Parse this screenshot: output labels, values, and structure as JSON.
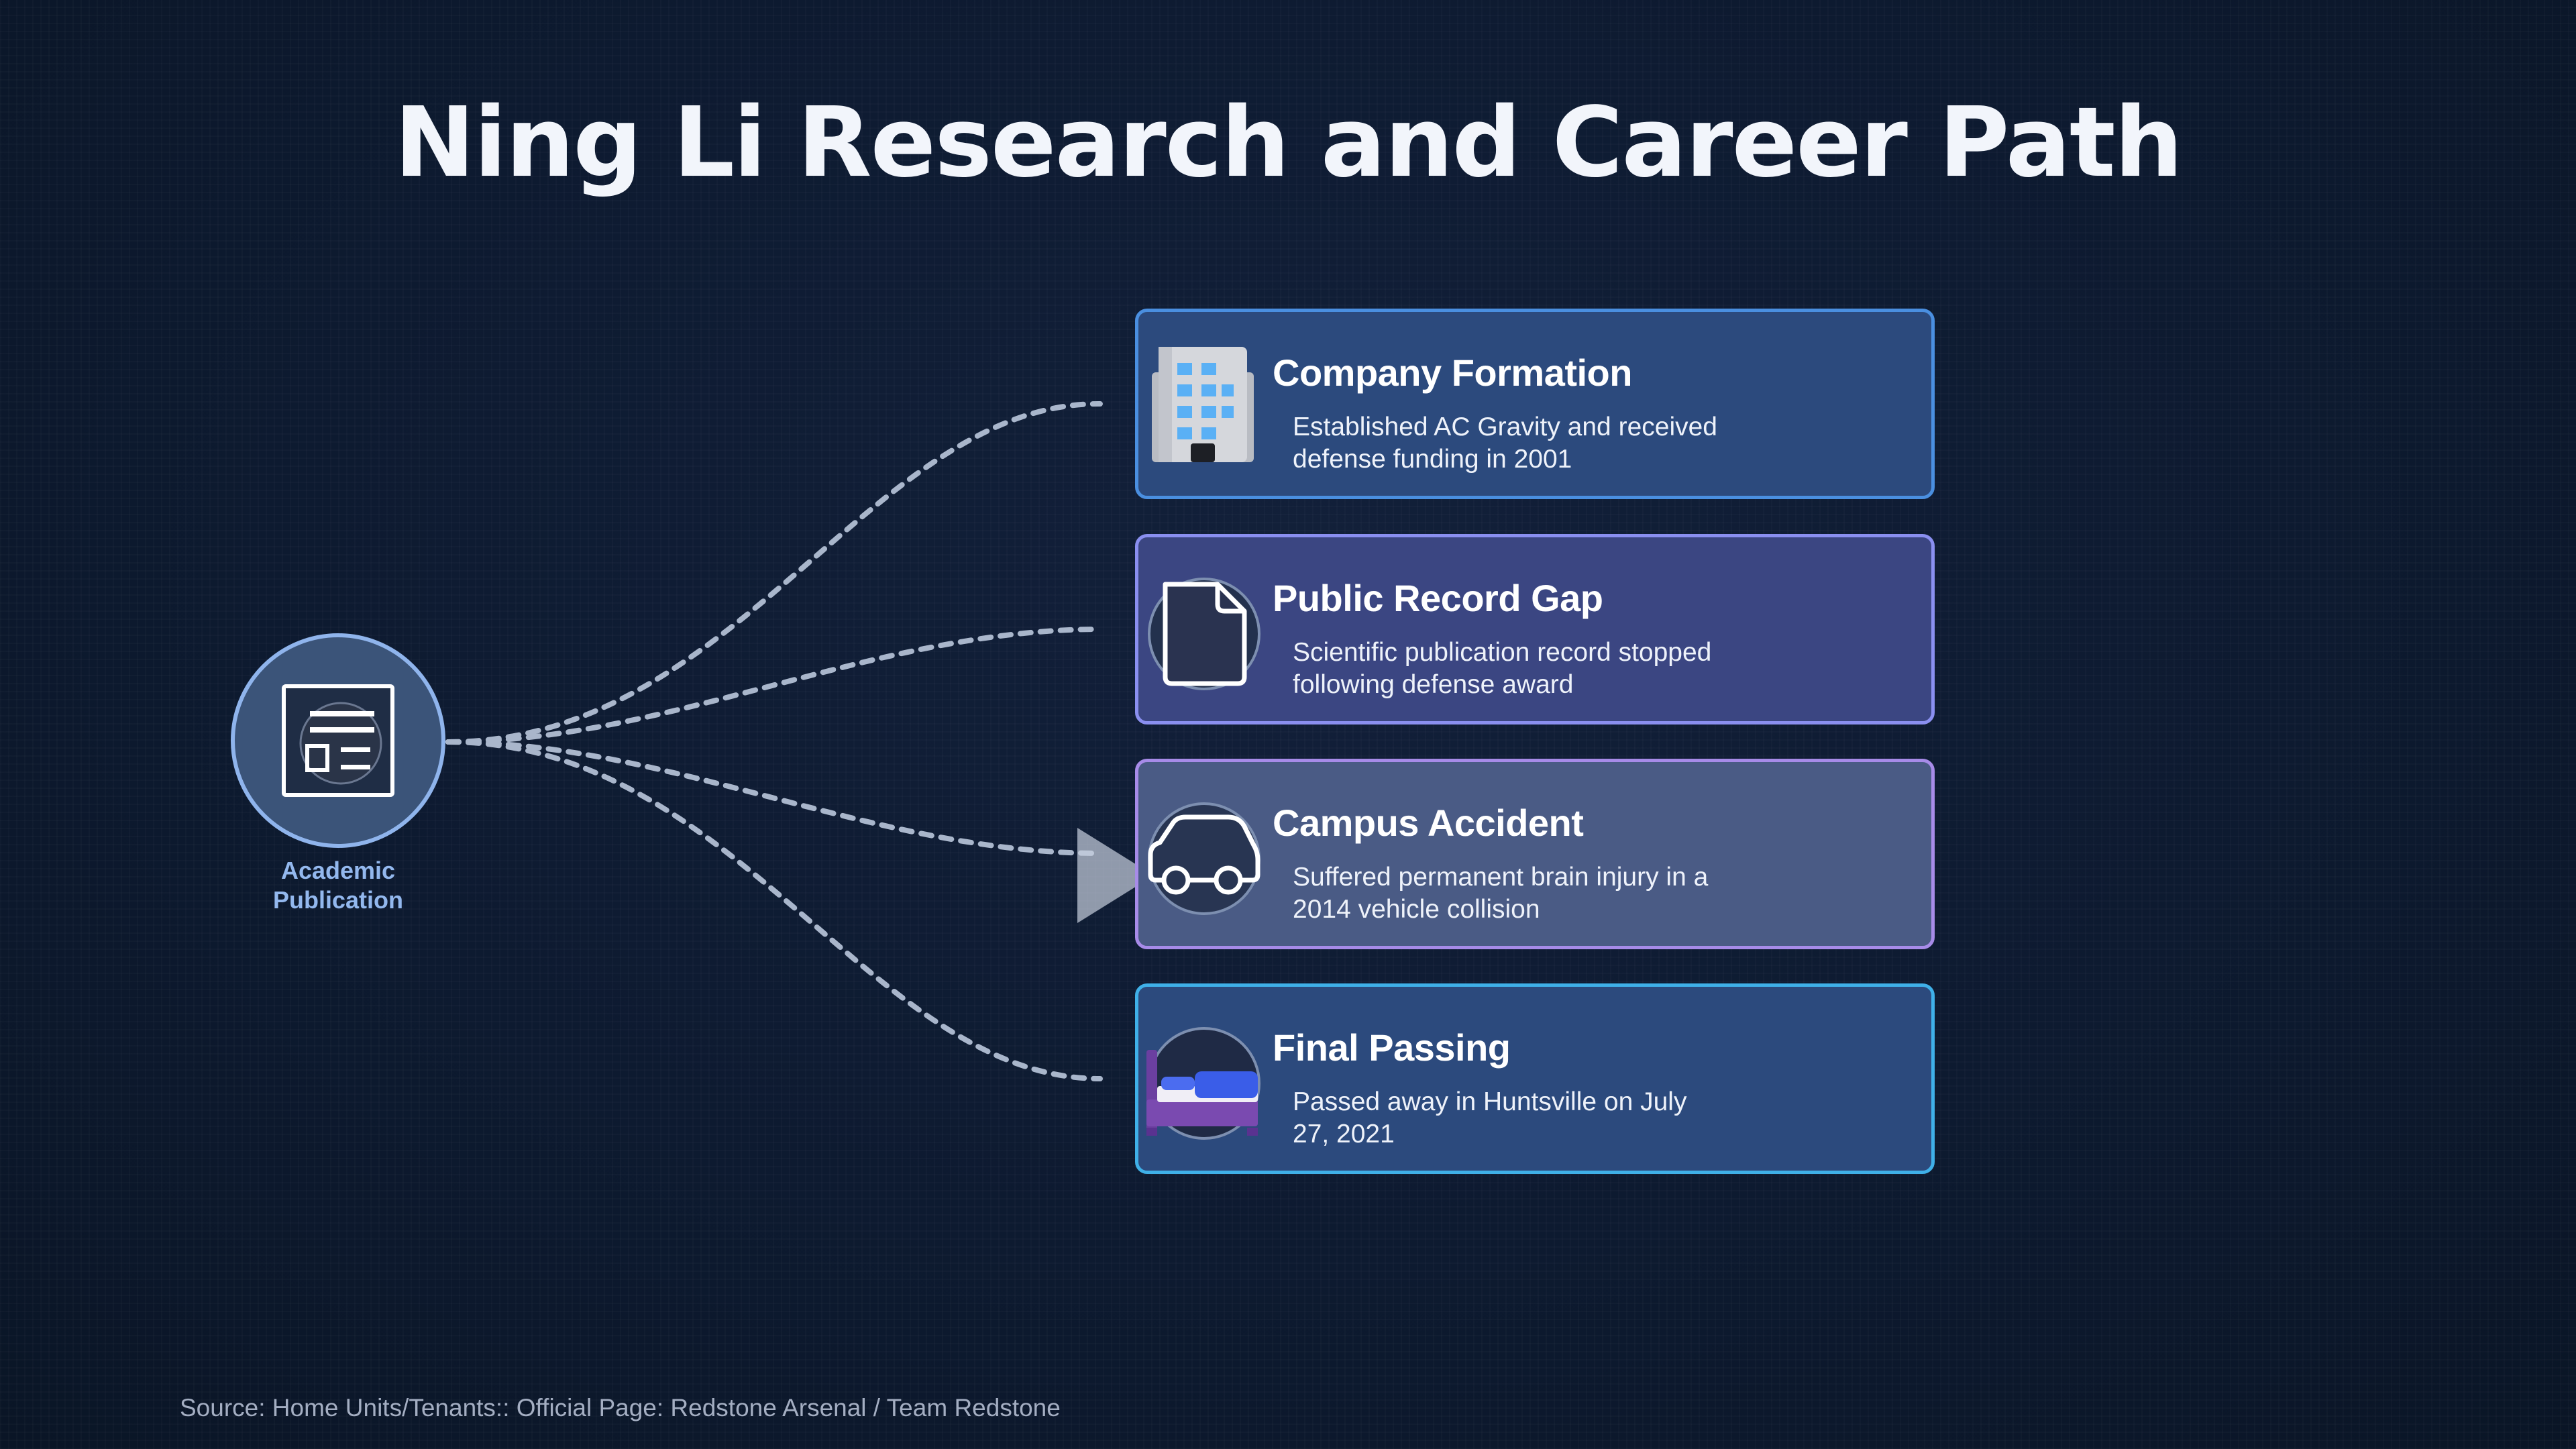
{
  "title": "Ning Li Research and Career Path",
  "hub": {
    "icon": "newspaper-icon",
    "label_line1": "Academic",
    "label_line2": "Publication"
  },
  "events": [
    {
      "title": "Company Formation",
      "desc_line1": "Established AC Gravity and received",
      "desc_line2": "defense funding in 2001",
      "icon": "office-building-icon",
      "border_color": "#4a8fe0"
    },
    {
      "title": "Public Record Gap",
      "desc_line1": "Scientific publication record stopped",
      "desc_line2": "following defense award",
      "icon": "document-icon",
      "border_color": "#8a8ff0"
    },
    {
      "title": "Campus Accident",
      "desc_line1": "Suffered permanent brain injury in a",
      "desc_line2": "2014 vehicle collision",
      "icon": "car-icon",
      "border_color": "#a78be8"
    },
    {
      "title": "Final Passing",
      "desc_line1": "Passed away in Huntsville on July",
      "desc_line2": "27, 2021",
      "icon": "bed-icon",
      "border_color": "#3fb0e8"
    }
  ],
  "source": "Source: Home Units/Tenants:: Official Page: Redstone Arsenal / Team Redstone"
}
